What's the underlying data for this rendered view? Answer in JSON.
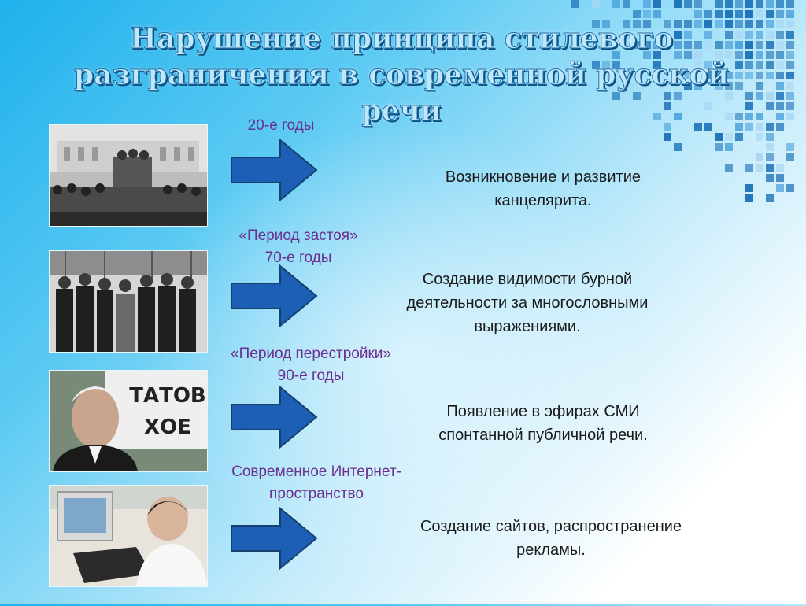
{
  "slide": {
    "title_line1": "Нарушение принципа стилевого",
    "title_line2": "разграничения в современной русской речи"
  },
  "rows": [
    {
      "period_line1": "20-е годы",
      "period_line2": "",
      "desc_line1": "Возникновение и развитие",
      "desc_line2": "канцелярита.",
      "desc_line3": ""
    },
    {
      "period_line1": "«Период застоя»",
      "period_line2": "70-е годы",
      "desc_line1": "Создание видимости бурной",
      "desc_line2": "деятельности за многословными",
      "desc_line3": "выражениями."
    },
    {
      "period_line1": "«Период перестройки»",
      "period_line2": "90-е годы",
      "desc_line1": "Появление в эфирах СМИ",
      "desc_line2": "спонтанной публичной речи.",
      "desc_line3": ""
    },
    {
      "period_line1": "Современное Интернет-",
      "period_line2": "пространство",
      "desc_line1": "Создание сайтов, распространение",
      "desc_line2": "рекламы.",
      "desc_line3": ""
    }
  ],
  "photos": {
    "banner_text": "ТАТОВ\nХОЕ"
  },
  "colors": {
    "arrow_fill": "#1d5fb5",
    "arrow_stroke": "#16406f",
    "period_text": "#6a2f8f",
    "desc_text": "#1a1a1a",
    "title_fill": "#bfe7fa",
    "mosaic_tile": "#1f73b8"
  }
}
